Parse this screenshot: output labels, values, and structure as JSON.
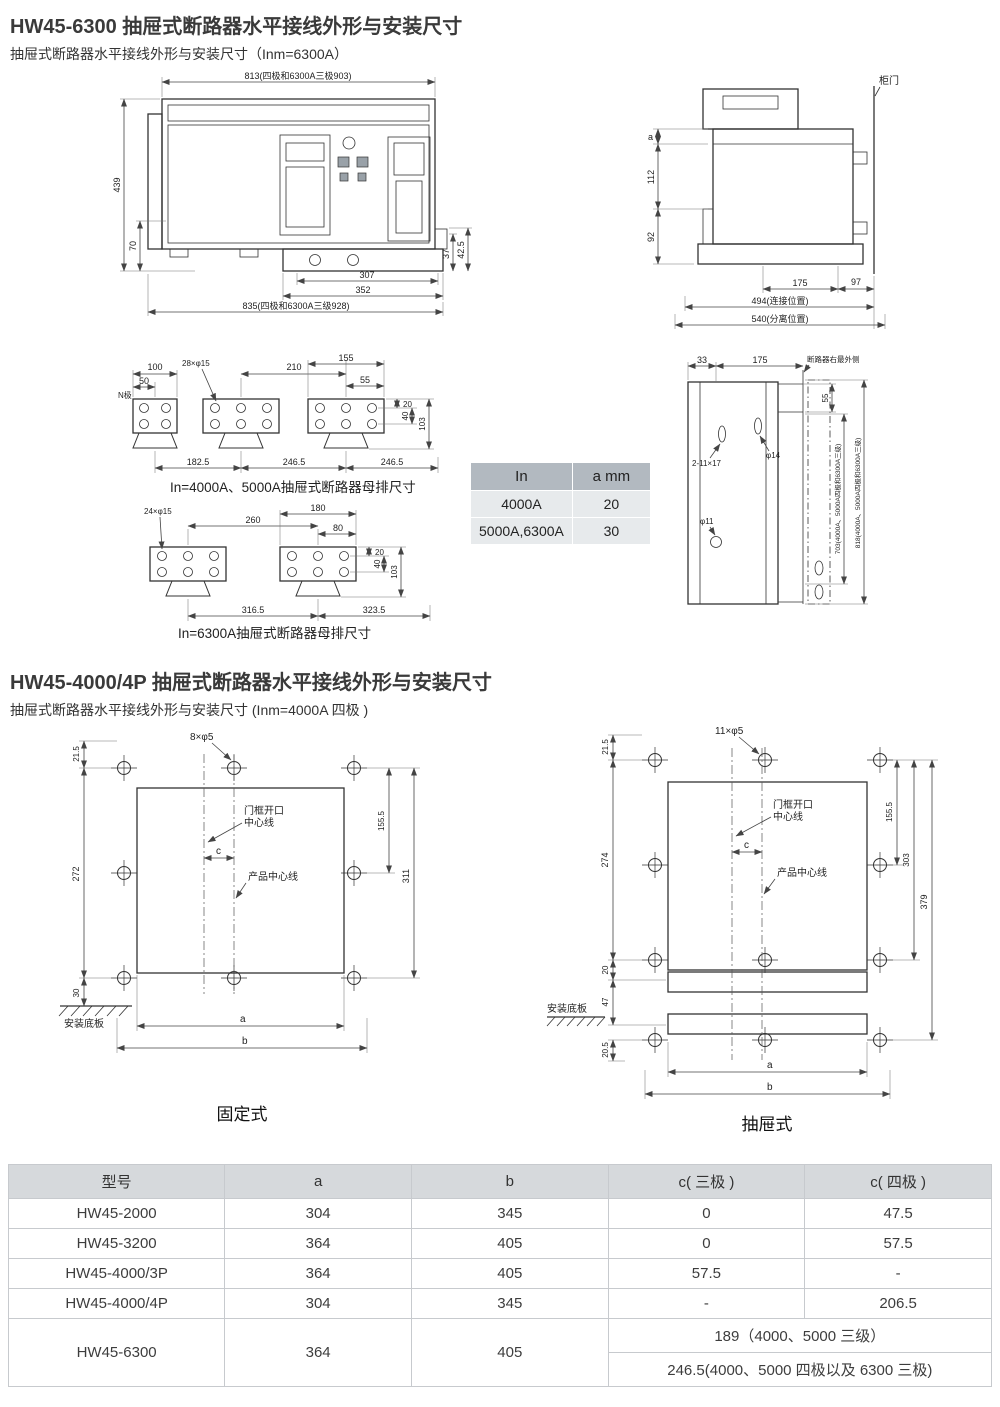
{
  "titles": {
    "h1a": "HW45-6300 抽屉式断路器水平接线外形与安装尺寸",
    "sub1": "抽屉式断路器水平接线外形与安装尺寸（Inm=6300A）",
    "h1b": "HW45-4000/4P 抽屉式断路器水平接线外形与安装尺寸",
    "sub2": "抽屉式断路器水平接线外形与安装尺寸 (Inm=4000A 四极 )"
  },
  "front": {
    "top": "813(四极和6300A三极903)",
    "h439": "439",
    "h70": "70",
    "d37": "37",
    "d425": "42.5",
    "d307": "307",
    "d352": "352",
    "bottom": "835(四极和6300A三级928)"
  },
  "side": {
    "door": "柜门",
    "a": "a",
    "d112": "112",
    "d92": "92",
    "d175": "175",
    "d97": "97",
    "d494": "494(连接位置)",
    "d540": "540(分离位置)"
  },
  "busbar1": {
    "n": "N极",
    "d100": "100",
    "d50": "50",
    "holes": "28×φ15",
    "d210": "210",
    "d155": "155",
    "d55": "55",
    "d20": "20",
    "d40": "40",
    "d103": "103",
    "b1": "182.5",
    "b2": "246.5",
    "b3": "246.5",
    "caption": "In=4000A、5000A抽屉式断路器母排尺寸"
  },
  "minitable": {
    "c1": "In",
    "c2": "a mm",
    "r1a": "4000A",
    "r1b": "20",
    "r2a": "5000A,6300A",
    "r2b": "30"
  },
  "mount": {
    "d33": "33",
    "d175": "175",
    "outermost": "断路器右最外侧",
    "d55": "55",
    "slots": "2-11×17",
    "phi14": "φ14",
    "phi11": "φ11",
    "d703": "703(4000A、5000A四极和6300A三级)",
    "d818": "818(4000A、5000A四极和6300A三级)"
  },
  "busbar2": {
    "holes": "24×φ15",
    "d260": "260",
    "d180": "180",
    "d80": "80",
    "d20": "20",
    "d40": "40",
    "d103": "103",
    "b1": "316.5",
    "b2": "323.5",
    "caption": "In=6300A抽屉式断路器母排尺寸"
  },
  "fixed": {
    "d215": "21.5",
    "holes": "8×φ5",
    "door1": "门框开口",
    "door2": "中心线",
    "c": "c",
    "product": "产品中心线",
    "d272": "272",
    "d1555": "155.5",
    "d311": "311",
    "d30": "30",
    "base": "安装底板",
    "a": "a",
    "b": "b",
    "caption": "固定式"
  },
  "drawer": {
    "d215": "21.5",
    "holes": "11×φ5",
    "door1": "门框开口",
    "door2": "中心线",
    "c": "c",
    "product": "产品中心线",
    "d274": "274",
    "d1555": "155.5",
    "d303": "303",
    "d379": "379",
    "d20": "20",
    "d47": "47",
    "d205": "20.5",
    "base": "安装底板",
    "a": "a",
    "b": "b",
    "caption": "抽屉式"
  },
  "table": {
    "headers": [
      "型号",
      "a",
      "b",
      "c( 三极 )",
      "c( 四极 )"
    ],
    "rows": [
      [
        "HW45-2000",
        "304",
        "345",
        "0",
        "47.5"
      ],
      [
        "HW45-3200",
        "364",
        "405",
        "0",
        "57.5"
      ],
      [
        "HW45-4000/3P",
        "364",
        "405",
        "57.5",
        "-"
      ],
      [
        "HW45-4000/4P",
        "304",
        "345",
        "-",
        "206.5"
      ]
    ],
    "last": {
      "model": "HW45-6300",
      "a": "364",
      "b": "405",
      "c1": "189（4000、5000 三级）",
      "c2": "246.5(4000、5000 四极以及 6300 三极)"
    }
  }
}
